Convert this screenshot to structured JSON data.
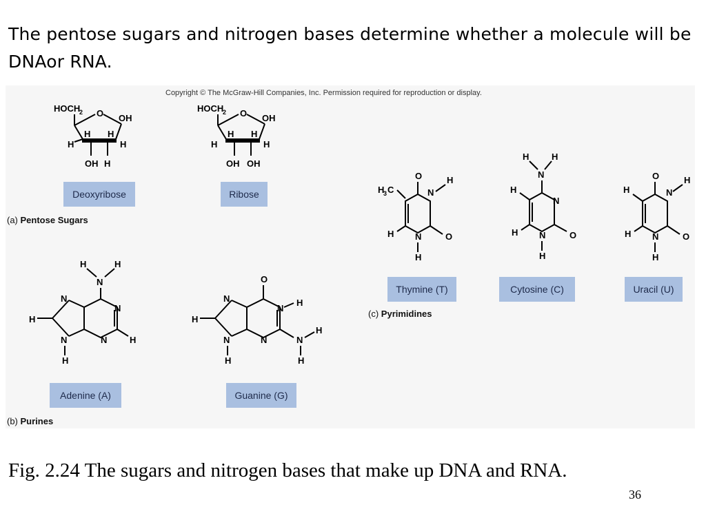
{
  "slide": {
    "heading": "The pentose sugars and nitrogen bases determine whether a molecule will be DNAor RNA.",
    "caption": "Fig. 2.24 The sugars and nitrogen bases that make up DNA and RNA.",
    "page_number": "36"
  },
  "figure": {
    "copyright": "Copyright © The McGraw-Hill Companies, Inc. Permission required for reproduction or display.",
    "sections": {
      "a_letter": "(a)",
      "a_name": "Pentose Sugars",
      "b_letter": "(b)",
      "b_name": "Purines",
      "c_letter": "(c)",
      "c_name": "Pyrimidines"
    },
    "molecules": {
      "deoxyribose": "Deoxyribose",
      "ribose": "Ribose",
      "adenine": "Adenine (A)",
      "guanine": "Guanine (G)",
      "thymine": "Thymine (T)",
      "cytosine": "Cytosine (C)",
      "uracil": "Uracil (U)"
    },
    "atoms": {
      "hoch": "HOCH",
      "sub2": "2",
      "sub3": "3",
      "o": "O",
      "oh": "OH",
      "h": "H",
      "n": "N",
      "c": "C"
    },
    "colors": {
      "chip": "#a9bfe0",
      "panel": "#f6f6f6"
    }
  }
}
